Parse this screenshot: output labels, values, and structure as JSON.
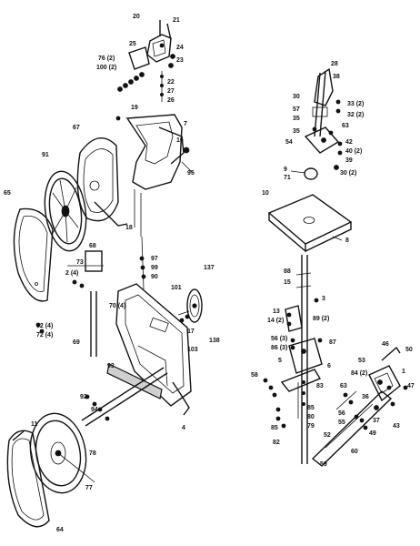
{
  "diagram": {
    "callouts_left": [
      {
        "id": "c_20",
        "text": "20"
      },
      {
        "id": "c_21",
        "text": "21"
      },
      {
        "id": "c_25",
        "text": "25"
      },
      {
        "id": "c_24",
        "text": "24"
      },
      {
        "id": "c_23",
        "text": "23"
      },
      {
        "id": "c_76",
        "text": "76 (2)"
      },
      {
        "id": "c_100",
        "text": "100 (2)"
      },
      {
        "id": "c_22",
        "text": "22"
      },
      {
        "id": "c_27",
        "text": "27"
      },
      {
        "id": "c_26",
        "text": "26"
      },
      {
        "id": "c_19",
        "text": "19"
      },
      {
        "id": "c_67",
        "text": "67"
      },
      {
        "id": "c_7",
        "text": "7"
      },
      {
        "id": "c_16",
        "text": "16"
      },
      {
        "id": "c_95",
        "text": "95"
      },
      {
        "id": "c_65",
        "text": "65"
      },
      {
        "id": "c_91",
        "text": "91"
      },
      {
        "id": "c_18",
        "text": "18"
      },
      {
        "id": "c_97",
        "text": "97"
      },
      {
        "id": "c_99",
        "text": "99"
      },
      {
        "id": "c_90",
        "text": "90"
      },
      {
        "id": "c_137",
        "text": "137"
      },
      {
        "id": "c_68",
        "text": "68"
      },
      {
        "id": "c_73",
        "text": "73"
      },
      {
        "id": "c_2",
        "text": "2 (4)"
      },
      {
        "id": "c_70",
        "text": "70 (4)"
      },
      {
        "id": "c_101",
        "text": "101"
      },
      {
        "id": "c_62",
        "text": "62 (4)"
      },
      {
        "id": "c_72",
        "text": "72 (4)"
      },
      {
        "id": "c_69",
        "text": "69"
      },
      {
        "id": "c_17",
        "text": "17"
      },
      {
        "id": "c_103",
        "text": "103"
      },
      {
        "id": "c_138",
        "text": "138"
      },
      {
        "id": "c_93",
        "text": "93"
      },
      {
        "id": "c_92",
        "text": "92"
      },
      {
        "id": "c_94",
        "text": "94"
      },
      {
        "id": "c_77",
        "text": "77"
      },
      {
        "id": "c_78",
        "text": "78"
      },
      {
        "id": "c_11",
        "text": "11"
      },
      {
        "id": "c_64",
        "text": "64"
      },
      {
        "id": "c_4",
        "text": "4"
      }
    ],
    "callouts_right": [
      {
        "id": "r_28",
        "text": "28"
      },
      {
        "id": "r_38",
        "text": "38"
      },
      {
        "id": "r_30a",
        "text": "30"
      },
      {
        "id": "r_57",
        "text": "57"
      },
      {
        "id": "r_35a",
        "text": "35"
      },
      {
        "id": "r_35b",
        "text": "35"
      },
      {
        "id": "r_33",
        "text": "33 (2)"
      },
      {
        "id": "r_32",
        "text": "32 (2)"
      },
      {
        "id": "r_63a",
        "text": "63"
      },
      {
        "id": "r_54",
        "text": "54"
      },
      {
        "id": "r_42",
        "text": "42"
      },
      {
        "id": "r_40",
        "text": "40 (2)"
      },
      {
        "id": "r_39",
        "text": "39"
      },
      {
        "id": "r_30b",
        "text": "30 (2)"
      },
      {
        "id": "r_9",
        "text": "9"
      },
      {
        "id": "r_71",
        "text": "71"
      },
      {
        "id": "r_10",
        "text": "10"
      },
      {
        "id": "r_8",
        "text": "8"
      },
      {
        "id": "r_88",
        "text": "88"
      },
      {
        "id": "r_15",
        "text": "15"
      },
      {
        "id": "r_3",
        "text": "3"
      },
      {
        "id": "r_13",
        "text": "13"
      },
      {
        "id": "r_14",
        "text": "14 (2)"
      },
      {
        "id": "r_89",
        "text": "89 (2)"
      },
      {
        "id": "r_56",
        "text": "56 (3)"
      },
      {
        "id": "r_86",
        "text": "86 (3)"
      },
      {
        "id": "r_87",
        "text": "87"
      },
      {
        "id": "r_5",
        "text": "5"
      },
      {
        "id": "r_53",
        "text": "53"
      },
      {
        "id": "r_46",
        "text": "46"
      },
      {
        "id": "r_50",
        "text": "50"
      },
      {
        "id": "r_58",
        "text": "58"
      },
      {
        "id": "r_84",
        "text": "84 (2)"
      },
      {
        "id": "r_6",
        "text": "6"
      },
      {
        "id": "r_83",
        "text": "83"
      },
      {
        "id": "r_47",
        "text": "47"
      },
      {
        "id": "r_85a",
        "text": "85"
      },
      {
        "id": "r_80",
        "text": "80"
      },
      {
        "id": "r_79",
        "text": "79"
      },
      {
        "id": "r_36",
        "text": "36"
      },
      {
        "id": "r_37",
        "text": "37"
      },
      {
        "id": "r_56b",
        "text": "56"
      },
      {
        "id": "r_55",
        "text": "55"
      },
      {
        "id": "r_43",
        "text": "43"
      },
      {
        "id": "r_49",
        "text": "49"
      },
      {
        "id": "r_85b",
        "text": "85"
      },
      {
        "id": "r_52",
        "text": "52"
      },
      {
        "id": "r_82",
        "text": "82"
      },
      {
        "id": "r_60",
        "text": "60"
      },
      {
        "id": "r_59",
        "text": "59"
      },
      {
        "id": "r_1",
        "text": "1"
      },
      {
        "id": "r_63b",
        "text": "63"
      }
    ]
  }
}
